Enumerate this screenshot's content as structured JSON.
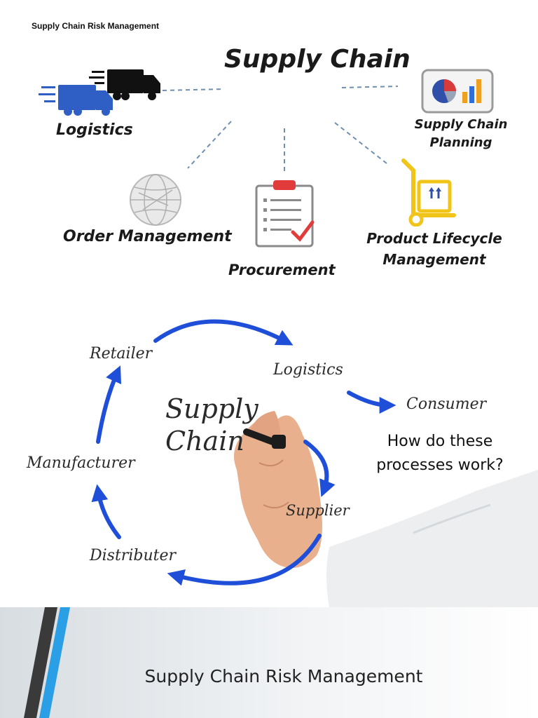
{
  "header": {
    "title": "Supply Chain Risk Management"
  },
  "hub": {
    "center_label": "Supply Chain",
    "nodes": {
      "logistics": "Logistics",
      "supply_chain_planning": "Supply Chain Planning",
      "order_management": "Order Management",
      "procurement": "Procurement",
      "product_lifecycle": "Product Lifecycle Management"
    },
    "colors": {
      "truck_blue": "#2f5ec4",
      "truck_black": "#111111",
      "plm_yellow": "#f0c419",
      "procure_red": "#e23b3b",
      "dashed_line": "#6f8fb0"
    }
  },
  "cycle": {
    "center_label": "Supply Chain",
    "nodes": {
      "retailer": "Retailer",
      "logistics": "Logistics",
      "consumer": "Consumer",
      "manufacturer": "Manufacturer",
      "supplier": "Supplier",
      "distributer": "Distributer"
    },
    "question": "How do these processes work?",
    "colors": {
      "arrow_blue": "#1f4fd8"
    }
  },
  "footer": {
    "title": "Supply Chain Risk Management",
    "colors": {
      "stripe_dark": "#3a3a3a",
      "stripe_blue": "#2a9fe6"
    }
  }
}
